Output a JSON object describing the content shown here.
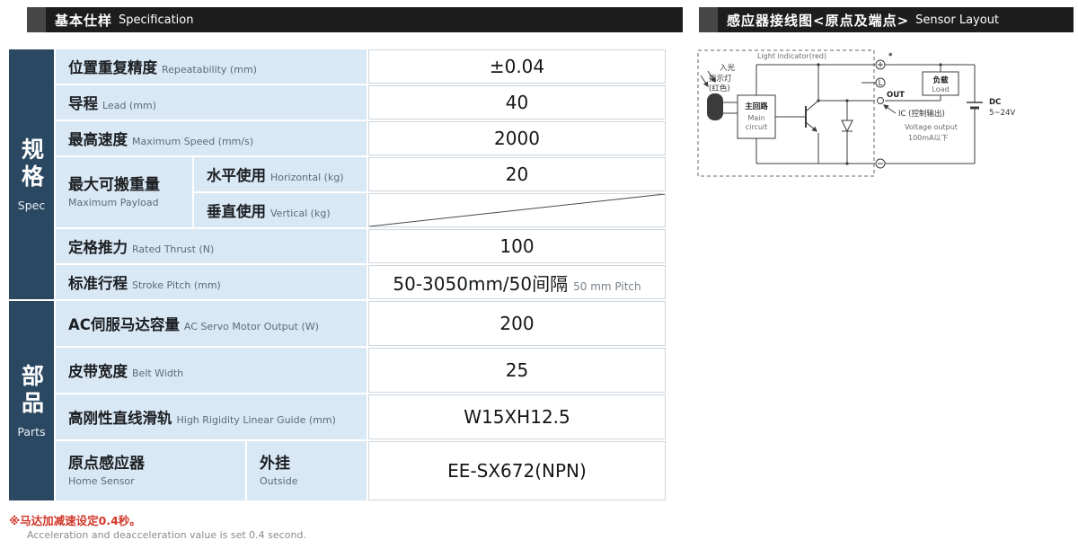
{
  "headers": {
    "spec_zh": "基本仕样",
    "spec_en": "Specification",
    "sensor_zh": "感应器接线图<原点及端点>",
    "sensor_en": "Sensor Layout"
  },
  "groups": {
    "spec_zh": "规格",
    "spec_en": "Spec",
    "parts_zh": "部品",
    "parts_en": "Parts"
  },
  "spec": {
    "repeatability": {
      "zh": "位置重复精度",
      "en": "Repeatability (mm)",
      "value": "±0.04"
    },
    "lead": {
      "zh": "导程",
      "en": "Lead (mm)",
      "value": "40"
    },
    "max_speed": {
      "zh": "最高速度",
      "en": "Maximum Speed (mm/s)",
      "value": "2000"
    },
    "payload": {
      "zh": "最大可搬重量",
      "en": "Maximum Payload"
    },
    "payload_horizontal": {
      "zh": "水平使用",
      "en": "Horizontal (kg)",
      "value": "20"
    },
    "payload_vertical": {
      "zh": "垂直使用",
      "en": "Vertical (kg)",
      "value": ""
    },
    "rated_thrust": {
      "zh": "定格推力",
      "en": "Rated Thrust (N)",
      "value": "100"
    },
    "stroke": {
      "zh": "标准行程",
      "en": "Stroke Pitch (mm)",
      "value": "50-3050mm/50间隔",
      "value_en": "50 mm Pitch"
    },
    "servo_output": {
      "zh": "AC伺服马达容量",
      "en": "AC Servo Motor Output (W)",
      "value": "200"
    },
    "belt_width": {
      "zh": "皮带宽度",
      "en": "Belt Width",
      "value": "25"
    },
    "linear_guide": {
      "zh": "高刚性直线滑轨",
      "en": "High Rigidity Linear Guide (mm)",
      "value": "W15XH12.5"
    },
    "home_sensor": {
      "zh": "原点感应器",
      "en": "Home Sensor",
      "mount_zh": "外挂",
      "mount_en": "Outside",
      "value": "EE-SX672(NPN)"
    }
  },
  "footnote": {
    "zh": "※马达加减速设定0.4秒。",
    "en": "Acceleration and deacceleration value is set 0.4 second."
  },
  "diagram": {
    "light_indicator": "Light indicator(red)",
    "incident_1": "入光",
    "incident_2": "指示灯",
    "incident_3": "(红色)",
    "main_circuit_zh": "主回路",
    "main_circuit_en1": "Main",
    "main_circuit_en2": "circuit",
    "out_label": "OUT",
    "ic_label": "IC (控制输出)",
    "voltage_output": "Voltage output",
    "current_max": "100mA以下",
    "load_zh": "负载",
    "load_en": "Load",
    "dc_label": "DC",
    "dc_range": "5~24V",
    "asterisk": "*",
    "terminal_l": "L"
  },
  "colors": {
    "header_bar": "#1d1d1d",
    "header_square": "#474747",
    "group_header": "#2a4861",
    "label_cell": "#d9e8f5",
    "footnote_red": "#d2372a"
  }
}
